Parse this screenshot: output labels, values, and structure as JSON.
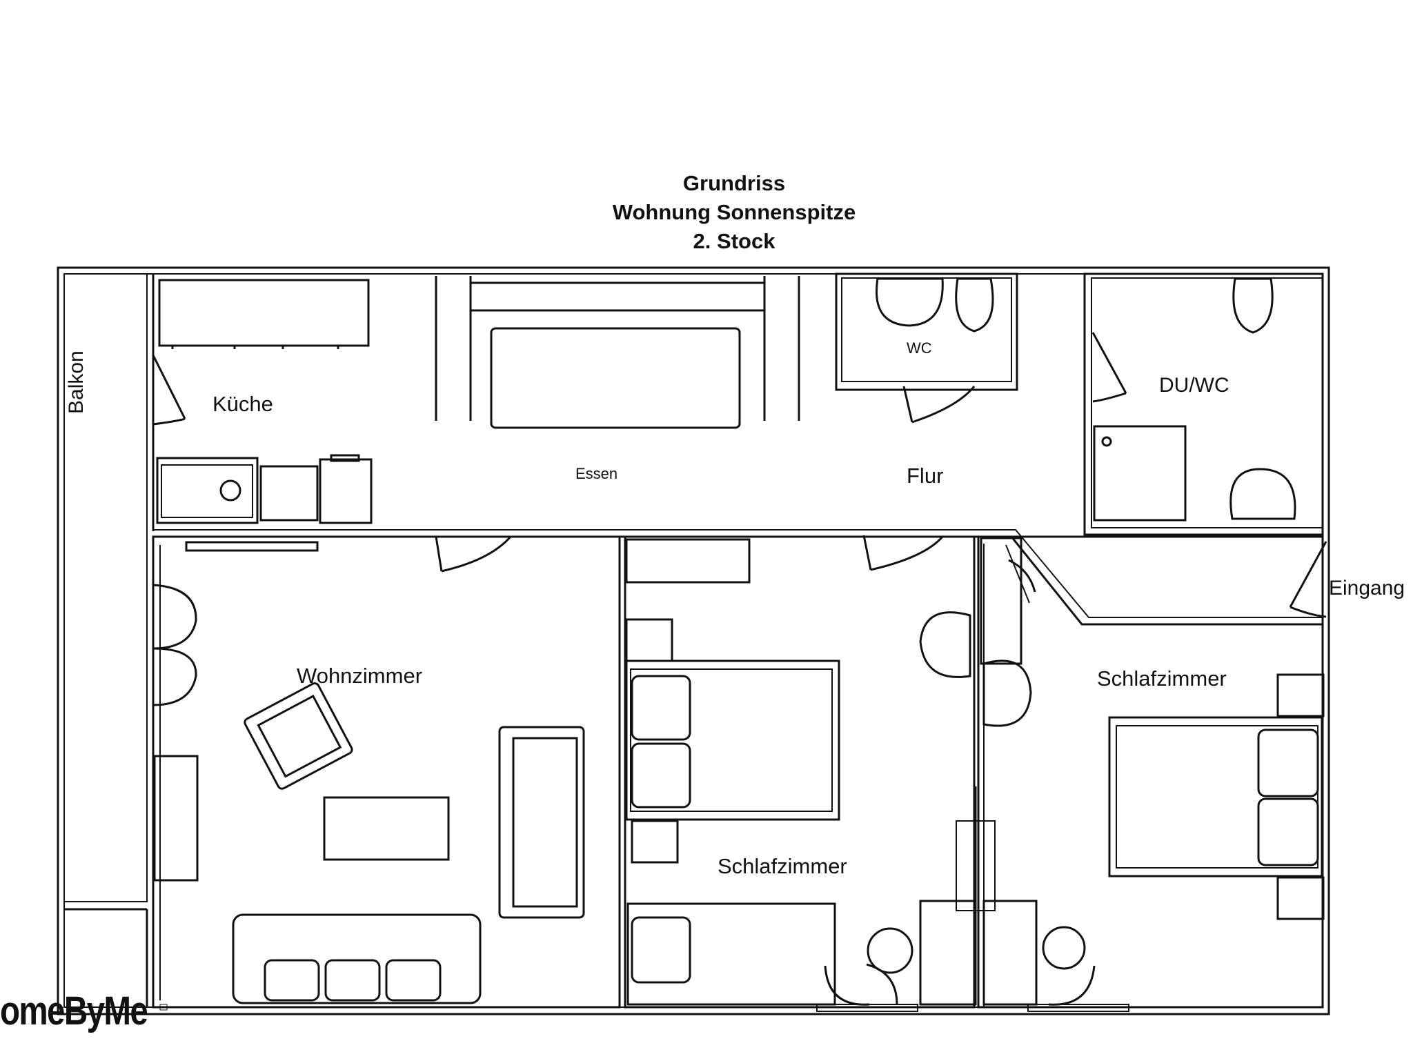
{
  "title": {
    "line1": "Grundriss",
    "line2": "Wohnung Sonnenspitze",
    "line3": "2. Stock"
  },
  "rooms": {
    "balkon": "Balkon",
    "kueche": "Küche",
    "essen": "Essen",
    "wc": "WC",
    "flur": "Flur",
    "du_wc": "DU/WC",
    "eingang": "Eingang",
    "wohnzimmer": "Wohnzimmer",
    "schlafzimmer_1": "Schlafzimmer",
    "schlafzimmer_2": "Schlafzimmer"
  },
  "logo": "omeByMe",
  "colors": {
    "line": "#111111",
    "background": "#ffffff"
  }
}
